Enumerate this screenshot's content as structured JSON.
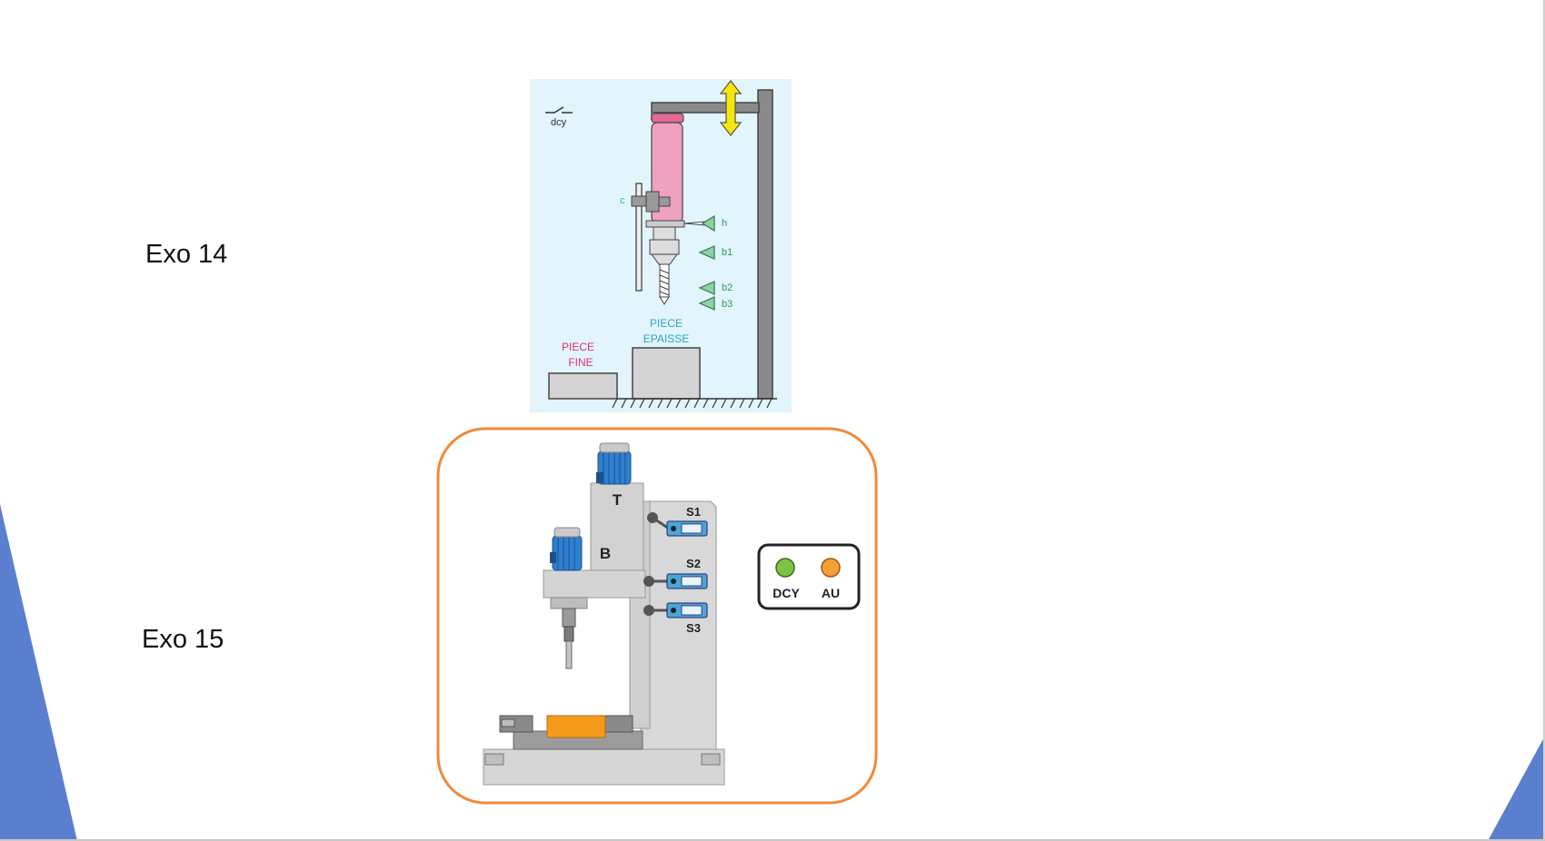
{
  "slide": {
    "labels": {
      "exo14": "Exo 14",
      "exo15": "Exo 15"
    },
    "accent_color": "#5b7fcf"
  },
  "exo14_diagram": {
    "background_color": "#e2f4fc",
    "switch_label": "dcy",
    "sensor_c": "c",
    "sensors": [
      "h",
      "b1",
      "b2",
      "b3"
    ],
    "piece_epaisse": [
      "PIECE",
      "EPAISSE"
    ],
    "piece_fine": [
      "PIECE",
      "FINE"
    ],
    "motor_color": "#f0a0c0",
    "arrow_color": "#f5e60a"
  },
  "exo15_diagram": {
    "border_color": "#f08a3a",
    "label_T": "T",
    "label_B": "B",
    "sensors": [
      "S1",
      "S2",
      "S3"
    ],
    "control_panel": {
      "dcy_label": "DCY",
      "au_label": "AU",
      "dcy_color": "#7cc243",
      "au_color": "#f4a03a"
    },
    "motor_color": "#2f7fd0",
    "workpiece_color": "#f59a1a"
  }
}
